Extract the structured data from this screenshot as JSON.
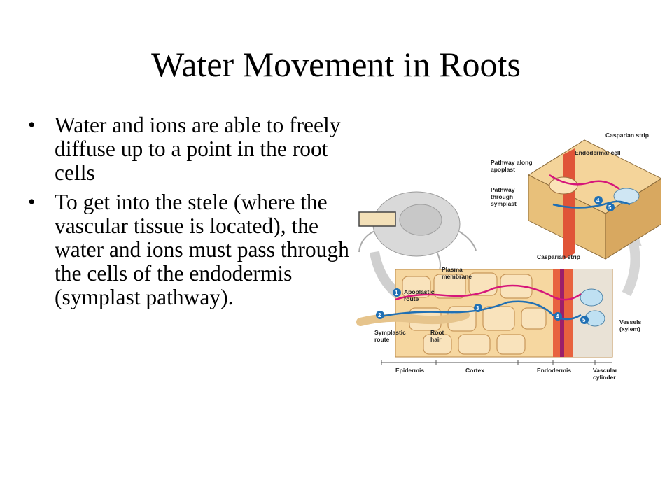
{
  "slide": {
    "title": "Water Movement in Roots",
    "bullets": [
      "Water and ions are able to freely diffuse up to a point in the root cells",
      "To get into the stele (where the vascular tissue is located), the water and ions must pass through the cells of the endodermis (symplast pathway)."
    ]
  },
  "diagram": {
    "labels": {
      "casparian_strip_top": "Casparian strip",
      "endodermal_cell": "Endodermal cell",
      "pathway_apoplast_1": "Pathway along",
      "pathway_apoplast_2": "apoplast",
      "pathway_symplast_1": "Pathway",
      "pathway_symplast_2": "through",
      "pathway_symplast_3": "symplast",
      "casparian_strip_mid": "Casparian strip",
      "plasma_membrane_1": "Plasma",
      "plasma_membrane_2": "membrane",
      "apoplastic_1": "Apoplastic",
      "apoplastic_2": "route",
      "symplastic_1": "Symplastic",
      "symplastic_2": "route",
      "root_hair_1": "Root",
      "root_hair_2": "hair",
      "vessels_1": "Vessels",
      "vessels_2": "(xylem)",
      "epidermis": "Epidermis",
      "cortex": "Cortex",
      "endodermis": "Endodermis",
      "vascular_1": "Vascular",
      "vascular_2": "cylinder"
    },
    "step_numbers": [
      "1",
      "2",
      "3",
      "4",
      "5"
    ],
    "colors": {
      "apoplast_path": "#d6157a",
      "symplast_path": "#1f6fb4",
      "cell_fill": "#f6d7a0",
      "casparian": "#d8442c",
      "vessel": "#bfe0f2"
    }
  }
}
